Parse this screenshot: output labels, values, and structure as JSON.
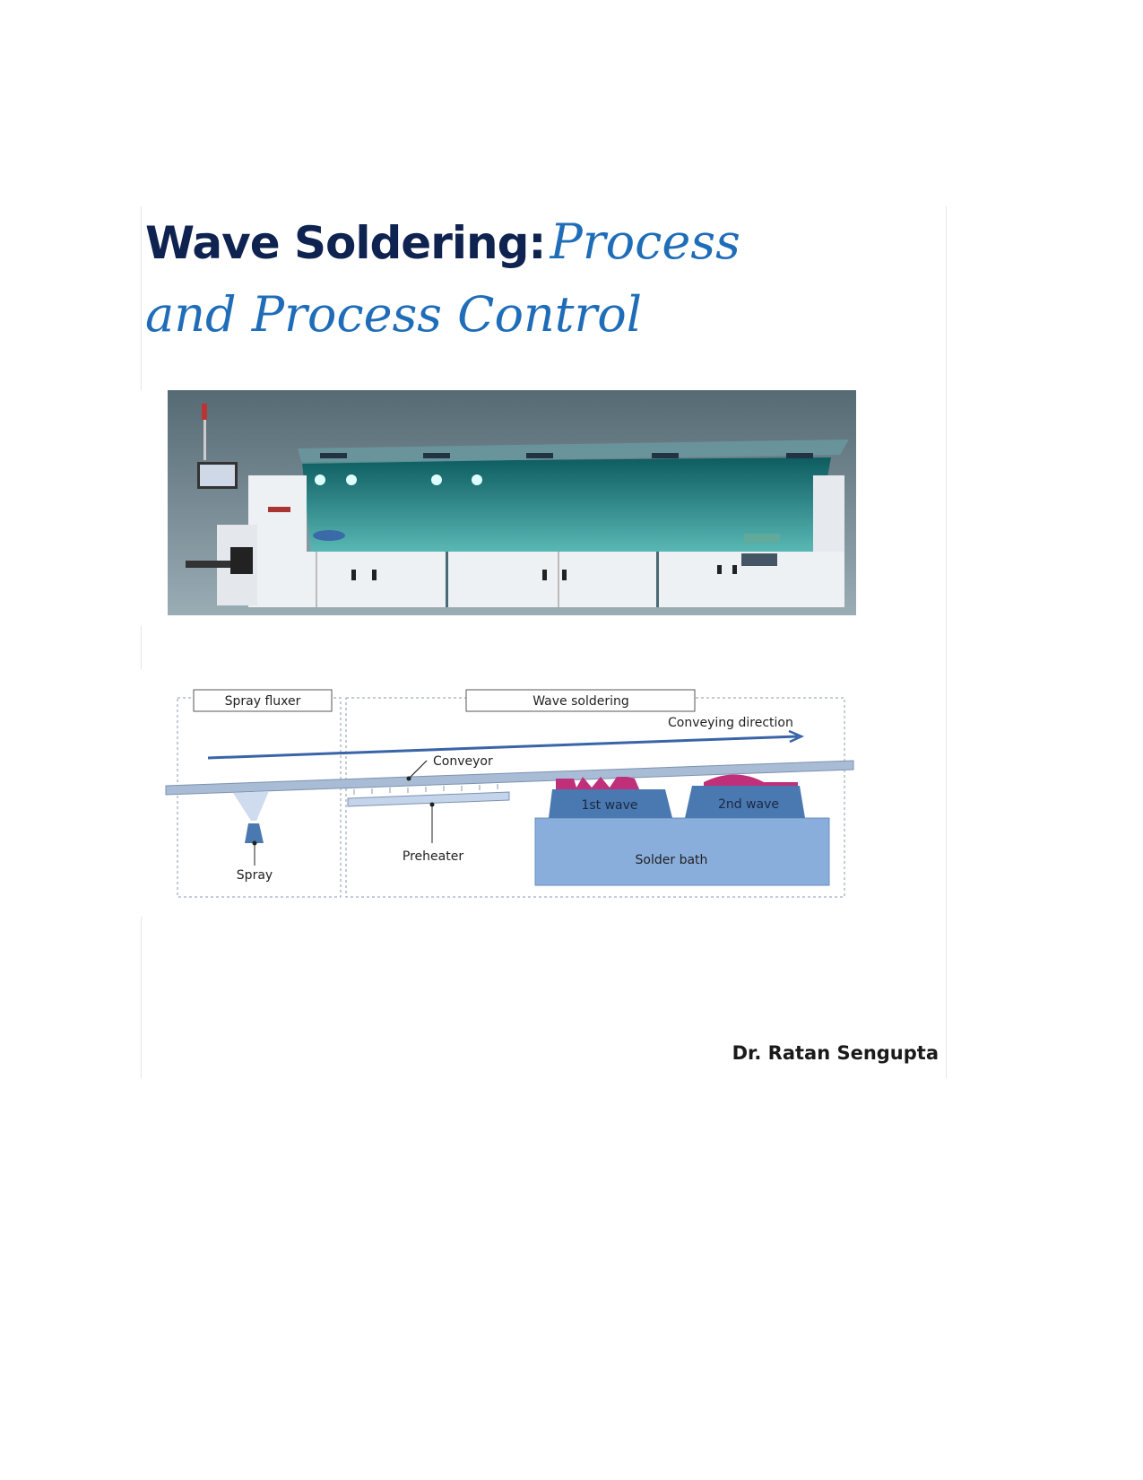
{
  "cover": {
    "title_bold": "Wave Soldering:",
    "title_italic_1": "Process",
    "title_italic_2": "and Process Control",
    "author": "Dr. Ratan Sengupta"
  },
  "diagram": {
    "spray_fluxer": "Spray fluxer",
    "wave_soldering": "Wave soldering",
    "conveying_direction": "Conveying direction",
    "conveyor": "Conveyor",
    "preheater": "Preheater",
    "spray": "Spray",
    "first_wave": "1st wave",
    "second_wave": "2nd wave",
    "solder_bath": "Solder bath"
  },
  "colors": {
    "title_dark": "#0f2350",
    "title_blue": "#1f6db8",
    "wave_blue": "#4a78b0",
    "bath_blue": "#8aaedc",
    "solder_pink": "#c0307a"
  }
}
